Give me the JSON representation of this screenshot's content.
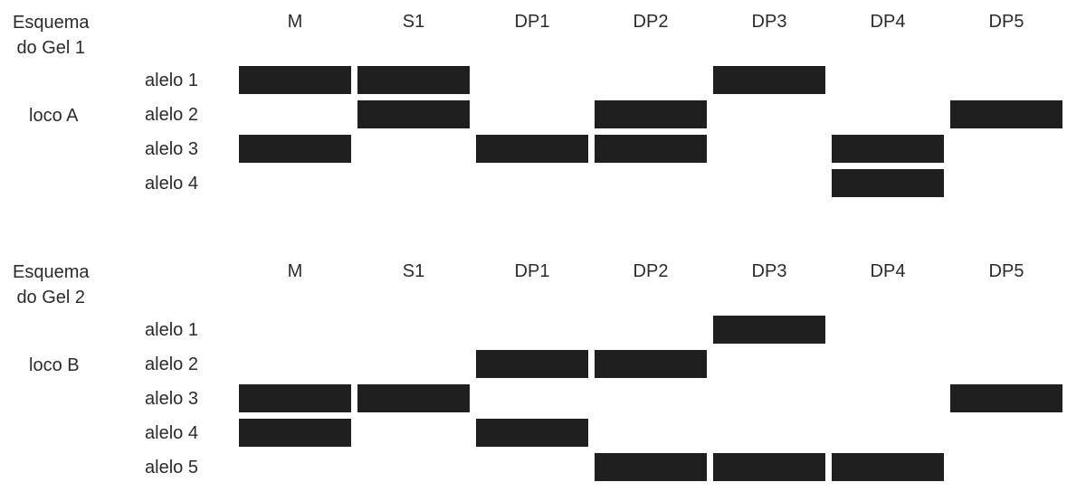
{
  "lanes": [
    "M",
    "S1",
    "DP1",
    "DP2",
    "DP3",
    "DP4",
    "DP5"
  ],
  "band_color": "#1f1f1f",
  "gels": [
    {
      "title_line1": "Esquema",
      "title_line2": "do Gel 1",
      "locus": "loco A",
      "alleles": [
        "alelo 1",
        "alelo 2",
        "alelo 3",
        "alelo 4"
      ],
      "bands": [
        {
          "allele": "alelo 1",
          "lanes": [
            "M",
            "S1",
            "DP3"
          ]
        },
        {
          "allele": "alelo 2",
          "lanes": [
            "S1",
            "DP2",
            "DP5"
          ]
        },
        {
          "allele": "alelo 3",
          "lanes": [
            "M",
            "DP1",
            "DP2",
            "DP4"
          ]
        },
        {
          "allele": "alelo 4",
          "lanes": [
            "DP4"
          ]
        }
      ]
    },
    {
      "title_line1": "Esquema",
      "title_line2": "do Gel 2",
      "locus": "loco B",
      "alleles": [
        "alelo 1",
        "alelo 2",
        "alelo 3",
        "alelo 4",
        "alelo 5"
      ],
      "bands": [
        {
          "allele": "alelo 1",
          "lanes": [
            "DP3"
          ]
        },
        {
          "allele": "alelo 2",
          "lanes": [
            "DP1",
            "DP2"
          ]
        },
        {
          "allele": "alelo 3",
          "lanes": [
            "M",
            "S1",
            "DP5"
          ]
        },
        {
          "allele": "alelo 4",
          "lanes": [
            "M",
            "DP1"
          ]
        },
        {
          "allele": "alelo 5",
          "lanes": [
            "DP2",
            "DP3",
            "DP4"
          ]
        }
      ]
    }
  ]
}
